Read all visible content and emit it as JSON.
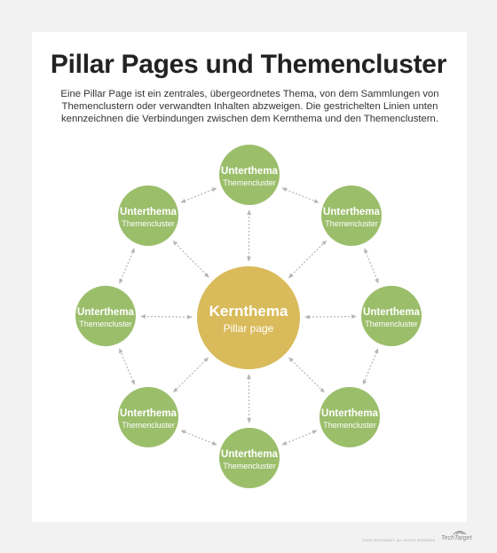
{
  "title": "Pillar Pages und Themencluster",
  "subtitle": "Eine Pillar Page ist ein zentrales, übergeordnetes Thema, von dem Sammlungen von Themenclustern oder verwandten Inhalten abzweigen. Die gestrichelten Linien unten kennzeichnen die Verbindungen zwischen dem Kernthema und den Themenclustern.",
  "colors": {
    "core": "#d9bb5b",
    "cluster": "#9bbe6b",
    "line": "#b5b5b5"
  },
  "core": {
    "title": "Kernthema",
    "subtitle": "Pillar page"
  },
  "clusters": [
    {
      "title": "Unterthema",
      "subtitle": "Themencluster"
    },
    {
      "title": "Unterthema",
      "subtitle": "Themencluster"
    },
    {
      "title": "Unterthema",
      "subtitle": "Themencluster"
    },
    {
      "title": "Unterthema",
      "subtitle": "Themencluster"
    },
    {
      "title": "Unterthema",
      "subtitle": "Themencluster"
    },
    {
      "title": "Unterthema",
      "subtitle": "Themencluster"
    },
    {
      "title": "Unterthema",
      "subtitle": "Themencluster"
    },
    {
      "title": "Unterthema",
      "subtitle": "Themencluster"
    }
  ],
  "footer": {
    "copyright": "©2019 TECHTARGET. ALL RIGHTS RESERVED",
    "brand": "TechTarget"
  }
}
